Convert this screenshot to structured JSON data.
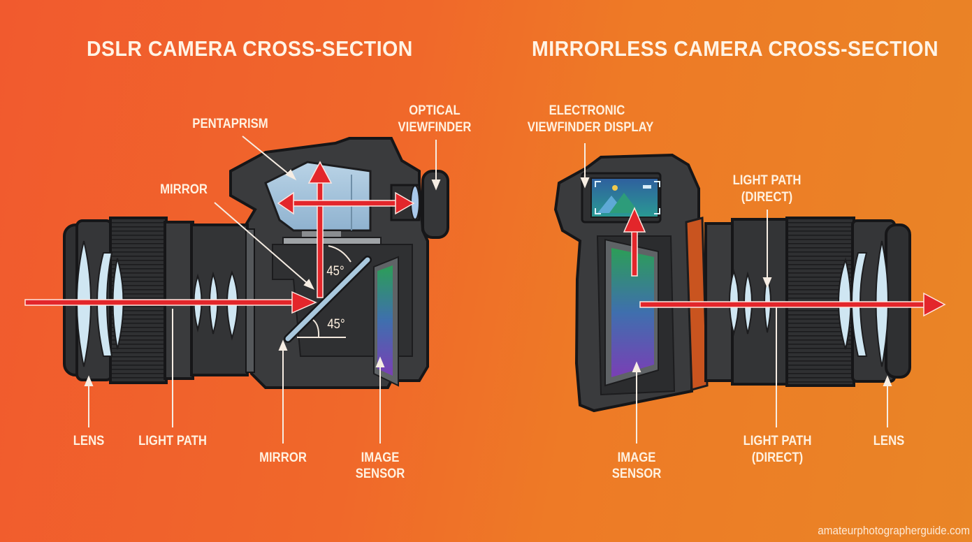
{
  "dslr": {
    "title": "DSLR CAMERA CROSS-SECTION",
    "labels": {
      "pentaprism": "PENTAPRISM",
      "optical_viewfinder_1": "OPTICAL",
      "optical_viewfinder_2": "VIEWFINDER",
      "mirror_top": "MIRROR",
      "lens": "LENS",
      "light_path": "LIGHT PATH",
      "mirror_bottom": "MIRROR",
      "image_sensor_1": "IMAGE",
      "image_sensor_2": "SENSOR",
      "angle_top": "45°",
      "angle_bottom": "45°"
    }
  },
  "mirrorless": {
    "title": "MIRRORLESS CAMERA CROSS-SECTION",
    "labels": {
      "evf_1": "ELECTRONIC",
      "evf_2": "VIEWFINDER DISPLAY",
      "light_path_top_1": "LIGHT PATH",
      "light_path_top_2": "(DIRECT)",
      "image_sensor_1": "IMAGE",
      "image_sensor_2": "SENSOR",
      "light_path_bottom_1": "LIGHT PATH",
      "light_path_bottom_2": "(DIRECT)",
      "lens": "LENS"
    }
  },
  "watermark": "amateurphotographerguide.com",
  "colors": {
    "background_left": "#f15a2e",
    "background_right": "#e98526",
    "camera_body": "#3a3b3d",
    "camera_outline": "#1c1c1e",
    "glass": "#cfe6f2",
    "light_arrow": "#e3262b",
    "mount_ring": "#c9541f",
    "label_text": "#fff1e0"
  }
}
